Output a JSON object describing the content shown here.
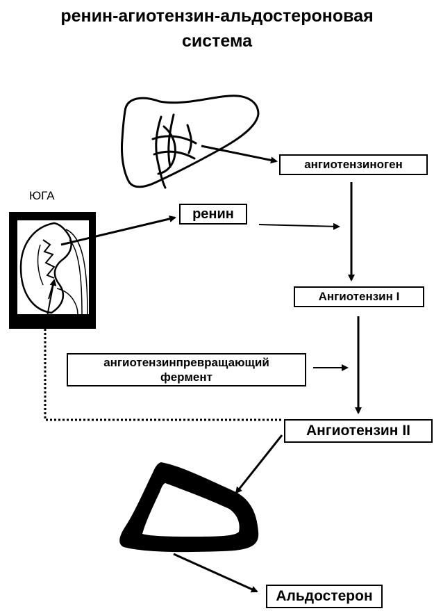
{
  "title": {
    "line1": "ренин-агиотензин-альдостероновая",
    "line2": "система"
  },
  "labels": {
    "yuga": "ЮГА"
  },
  "boxes": {
    "angiotensinogen": "ангиотензиноген",
    "renin": "ренин",
    "angiotensin1": "Ангиотензин I",
    "ace_line1": "ангиотензинпревращающий",
    "ace_line2": "фермент",
    "angiotensin2": "Ангиотензин II",
    "aldosterone": "Альдостерон"
  },
  "colors": {
    "ink": "#000000",
    "background": "#ffffff"
  }
}
